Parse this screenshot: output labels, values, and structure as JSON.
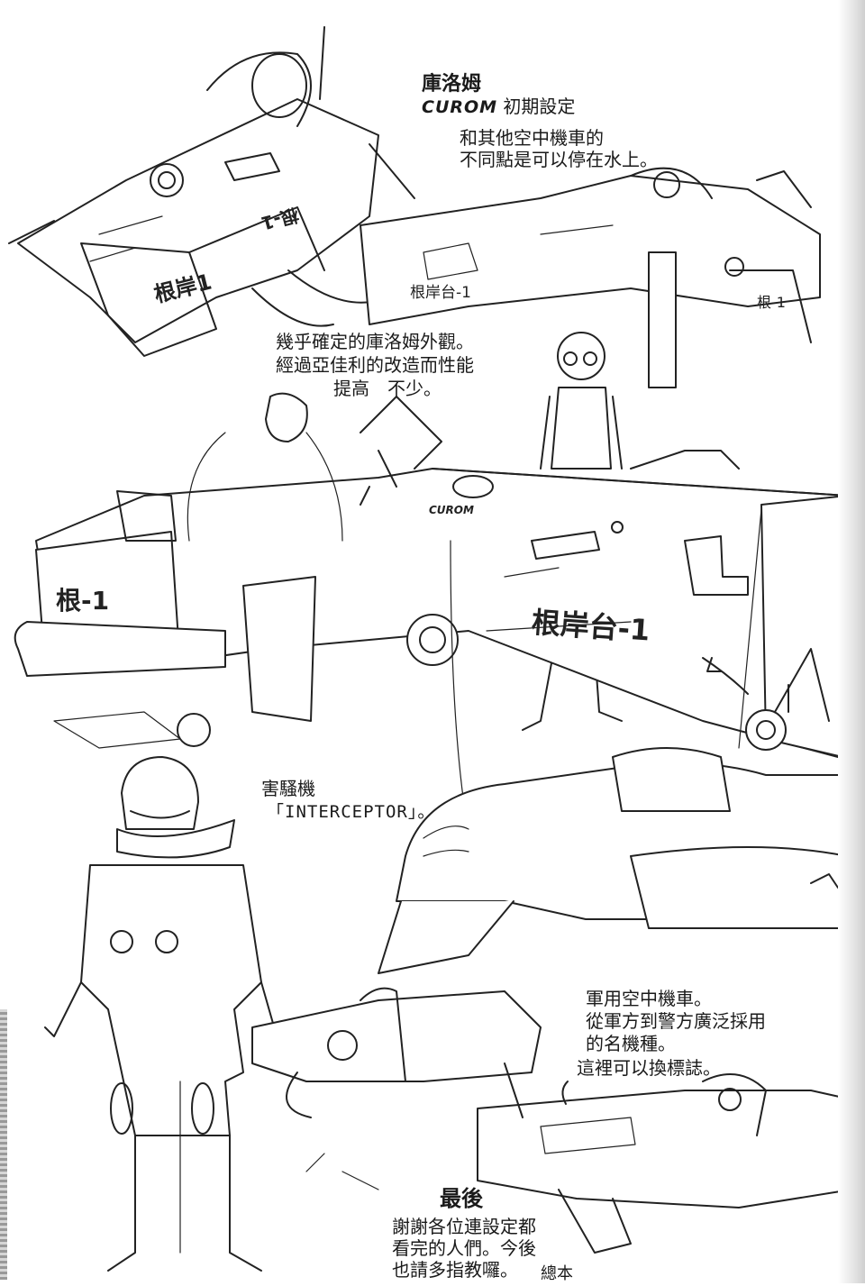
{
  "annotations": {
    "curom_title_cn": "庫洛姆",
    "curom_title_latin": "CUROM",
    "curom_title_suffix": "初期設定",
    "curom_note_line1": "和其他空中機車的",
    "curom_note_line2": "不同點是可以停在水上。",
    "final_note_line1": "幾乎確定的庫洛姆外觀。",
    "final_note_line2": "經過亞佳利的改造而性能",
    "final_note_line3": "提高　不少。",
    "interceptor_title": "害騷機",
    "interceptor_name": "「INTERCEPTOR」。",
    "military_note_line1": "軍用空中機車。",
    "military_note_line2": "從軍方到警方廣泛採用",
    "military_note_line3": "的名機種。",
    "military_note_line4": "這裡可以換標誌。",
    "closing_title": "最後",
    "closing_line1": "謝謝各位連設定都",
    "closing_line2": "看完的人們。今後",
    "closing_line3": "也請多指教囉。",
    "signature": "總本"
  },
  "vehicle_markings": {
    "top_left_side": "根岸1",
    "top_left_fin": "根-1",
    "top_right_side": "根岸台-1",
    "top_right_tail": "根-1",
    "main_left_pod": "根-1",
    "main_side": "根岸台-1",
    "main_logo": "CUROM"
  }
}
